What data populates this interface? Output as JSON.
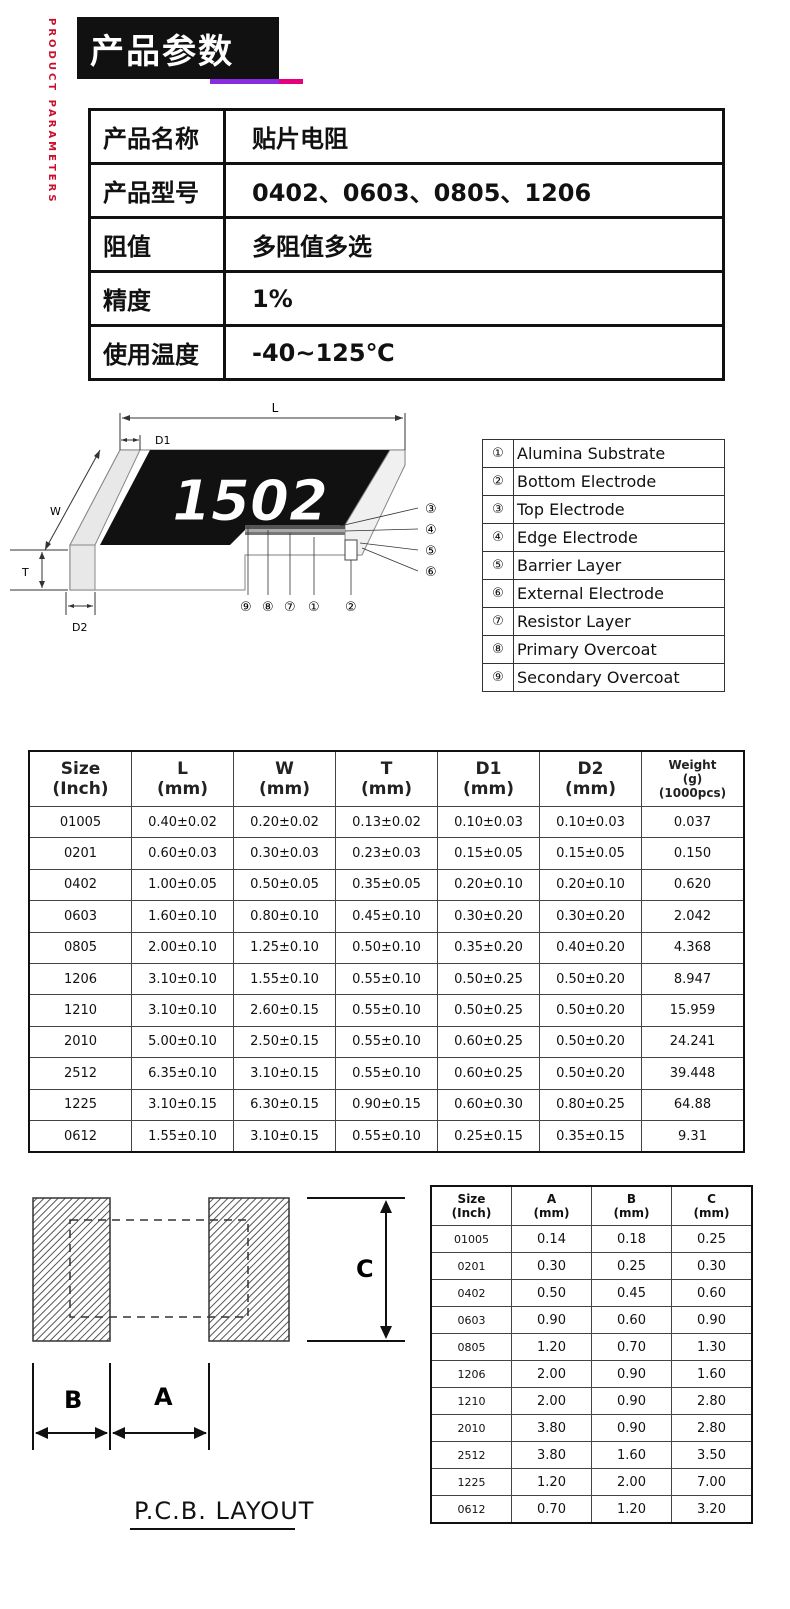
{
  "header": {
    "side_label": "PRODUCT PARAMETERS",
    "title": "产品参数"
  },
  "params": [
    {
      "key": "产品名称",
      "value": "贴片电阻"
    },
    {
      "key": "产品型号",
      "value": "0402、0603、0805、1206"
    },
    {
      "key": "阻值",
      "value": "多阻值多选"
    },
    {
      "key": "精度",
      "value": "1%"
    },
    {
      "key": "使用温度",
      "value": "-40~125℃"
    }
  ],
  "diagram": {
    "chip_marking": "1502",
    "dim_L": "L",
    "dim_D1": "D1",
    "dim_W": "W",
    "dim_T": "T",
    "dim_D2": "D2",
    "callouts_right": [
      "③",
      "④",
      "⑤",
      "⑥"
    ],
    "callouts_bottom": [
      "⑨",
      "⑧",
      "⑦",
      "①",
      "②"
    ]
  },
  "legend": [
    {
      "num": "①",
      "name": "Alumina Substrate"
    },
    {
      "num": "②",
      "name": "Bottom Electrode"
    },
    {
      "num": "③",
      "name": "Top Electrode"
    },
    {
      "num": "④",
      "name": "Edge Electrode"
    },
    {
      "num": "⑤",
      "name": "Barrier Layer"
    },
    {
      "num": "⑥",
      "name": "External Electrode"
    },
    {
      "num": "⑦",
      "name": "Resistor Layer"
    },
    {
      "num": "⑧",
      "name": "Primary Overcoat"
    },
    {
      "num": "⑨",
      "name": "Secondary Overcoat"
    }
  ],
  "size_table": {
    "headers": [
      {
        "l1": "Size",
        "l2": "(Inch)",
        "l3": ""
      },
      {
        "l1": "L",
        "l2": "(mm)",
        "l3": ""
      },
      {
        "l1": "W",
        "l2": "(mm)",
        "l3": ""
      },
      {
        "l1": "T",
        "l2": "(mm)",
        "l3": ""
      },
      {
        "l1": "D1",
        "l2": "(mm)",
        "l3": ""
      },
      {
        "l1": "D2",
        "l2": "(mm)",
        "l3": ""
      },
      {
        "l1": "Weight",
        "l2": "(g)",
        "l3": "(1000pcs)"
      }
    ],
    "rows": [
      [
        "01005",
        "0.40±0.02",
        "0.20±0.02",
        "0.13±0.02",
        "0.10±0.03",
        "0.10±0.03",
        "0.037"
      ],
      [
        "0201",
        "0.60±0.03",
        "0.30±0.03",
        "0.23±0.03",
        "0.15±0.05",
        "0.15±0.05",
        "0.150"
      ],
      [
        "0402",
        "1.00±0.05",
        "0.50±0.05",
        "0.35±0.05",
        "0.20±0.10",
        "0.20±0.10",
        "0.620"
      ],
      [
        "0603",
        "1.60±0.10",
        "0.80±0.10",
        "0.45±0.10",
        "0.30±0.20",
        "0.30±0.20",
        "2.042"
      ],
      [
        "0805",
        "2.00±0.10",
        "1.25±0.10",
        "0.50±0.10",
        "0.35±0.20",
        "0.40±0.20",
        "4.368"
      ],
      [
        "1206",
        "3.10±0.10",
        "1.55±0.10",
        "0.55±0.10",
        "0.50±0.25",
        "0.50±0.20",
        "8.947"
      ],
      [
        "1210",
        "3.10±0.10",
        "2.60±0.15",
        "0.55±0.10",
        "0.50±0.25",
        "0.50±0.20",
        "15.959"
      ],
      [
        "2010",
        "5.00±0.10",
        "2.50±0.15",
        "0.55±0.10",
        "0.60±0.25",
        "0.50±0.20",
        "24.241"
      ],
      [
        "2512",
        "6.35±0.10",
        "3.10±0.15",
        "0.55±0.10",
        "0.60±0.25",
        "0.50±0.20",
        "39.448"
      ],
      [
        "1225",
        "3.10±0.15",
        "6.30±0.15",
        "0.90±0.15",
        "0.60±0.30",
        "0.80±0.25",
        "64.88"
      ],
      [
        "0612",
        "1.55±0.10",
        "3.10±0.15",
        "0.55±0.10",
        "0.25±0.15",
        "0.35±0.15",
        "9.31"
      ]
    ]
  },
  "pcb": {
    "label_A": "A",
    "label_B": "B",
    "label_C": "C",
    "caption": "P.C.B.  LAYOUT"
  },
  "pcb_table": {
    "headers": [
      {
        "l1": "Size",
        "l2": "(Inch)"
      },
      {
        "l1": "A",
        "l2": "(mm)"
      },
      {
        "l1": "B",
        "l2": "(mm)"
      },
      {
        "l1": "C",
        "l2": "(mm)"
      }
    ],
    "rows": [
      [
        "01005",
        "0.14",
        "0.18",
        "0.25"
      ],
      [
        "0201",
        "0.30",
        "0.25",
        "0.30"
      ],
      [
        "0402",
        "0.50",
        "0.45",
        "0.60"
      ],
      [
        "0603",
        "0.90",
        "0.60",
        "0.90"
      ],
      [
        "0805",
        "1.20",
        "0.70",
        "1.30"
      ],
      [
        "1206",
        "2.00",
        "0.90",
        "1.60"
      ],
      [
        "1210",
        "2.00",
        "0.90",
        "2.80"
      ],
      [
        "2010",
        "3.80",
        "0.90",
        "2.80"
      ],
      [
        "2512",
        "3.80",
        "1.60",
        "3.50"
      ],
      [
        "1225",
        "1.20",
        "2.00",
        "7.00"
      ],
      [
        "0612",
        "0.70",
        "1.20",
        "3.20"
      ]
    ]
  },
  "colors": {
    "accent_red": "#c8102e",
    "accent_magenta": "#e6007e",
    "accent_purple": "#8a2be2",
    "chip_black": "#111111"
  }
}
